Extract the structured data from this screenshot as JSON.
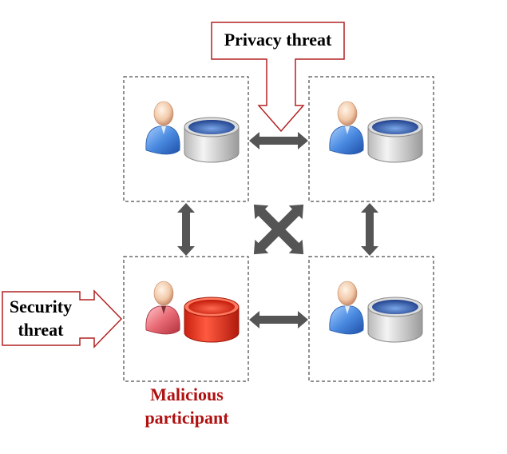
{
  "callouts": {
    "privacy": {
      "text": "Privacy threat"
    },
    "security": {
      "line1": "Security",
      "line2": "threat"
    }
  },
  "malicious_label": {
    "line1": "Malicious",
    "line2": "participant"
  },
  "participants": [
    {
      "id": "top-left",
      "malicious": false
    },
    {
      "id": "top-right",
      "malicious": false
    },
    {
      "id": "bottom-left",
      "malicious": true
    },
    {
      "id": "bottom-right",
      "malicious": false
    }
  ],
  "colors": {
    "callout_border": "#b22222",
    "malicious_text": "#b01010",
    "arrow": "#555555",
    "normal_person": "#3f7fd9",
    "normal_db_top": "#2f54a8",
    "malicious_person": "#e0606a",
    "malicious_db": "#e8342a"
  },
  "icons": {
    "person": "user-icon",
    "database": "database-icon",
    "double_arrow": "double-arrow-icon",
    "cross_arrow": "cross-arrow-icon"
  }
}
